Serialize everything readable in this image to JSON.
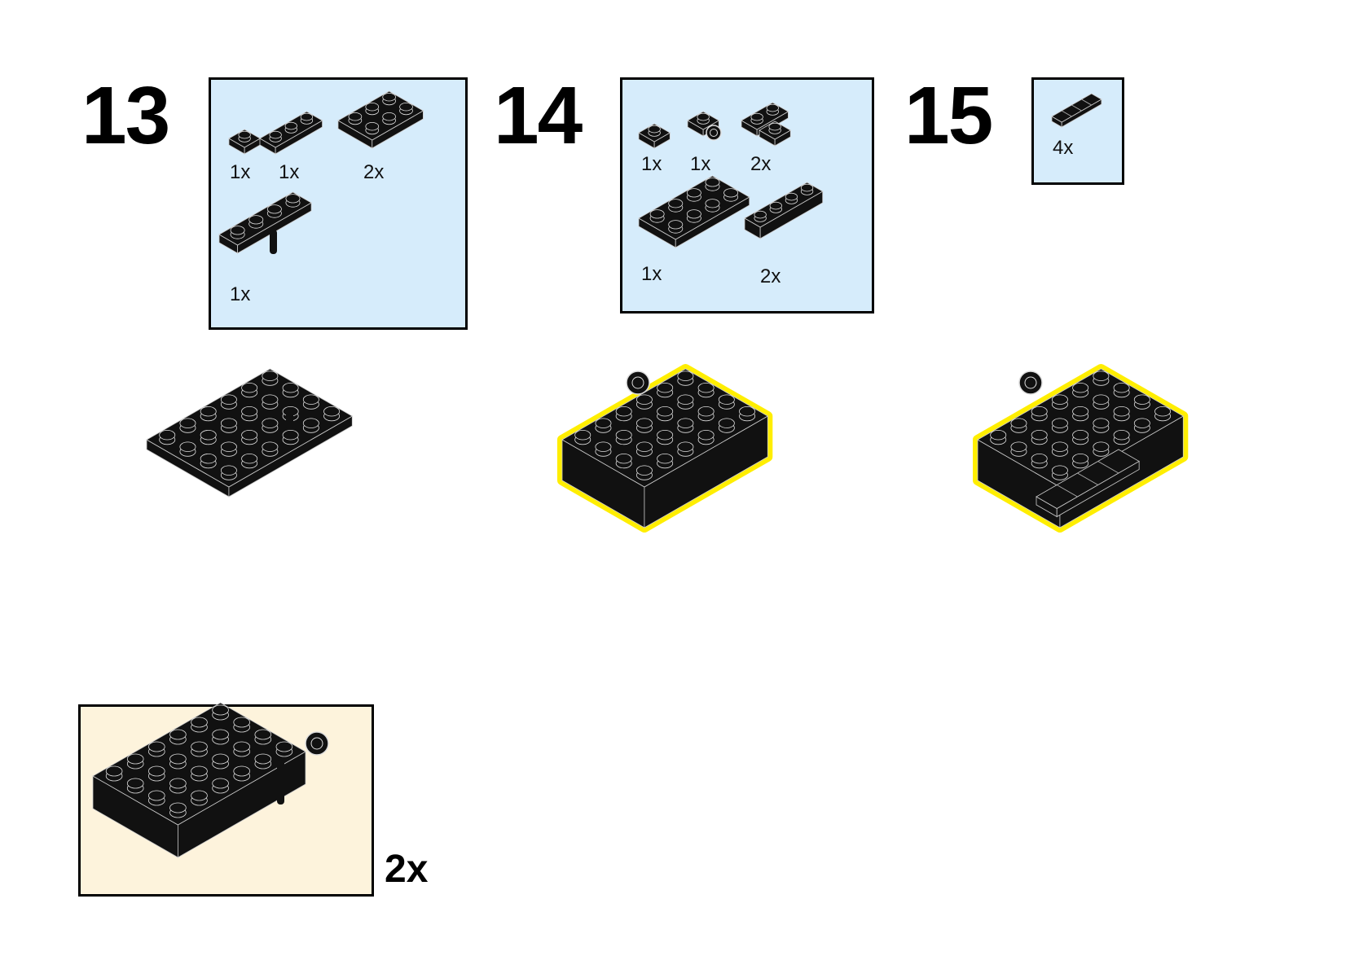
{
  "steps": [
    {
      "number": "13",
      "parts": [
        {
          "name": "plate-1x1",
          "qty": "1x"
        },
        {
          "name": "plate-1x3",
          "qty": "1x"
        },
        {
          "name": "plate-2x3",
          "qty": "2x"
        },
        {
          "name": "plate-1x4-with-bar",
          "qty": "1x"
        }
      ]
    },
    {
      "number": "14",
      "parts": [
        {
          "name": "plate-1x1",
          "qty": "1x"
        },
        {
          "name": "plate-1x1-with-clip",
          "qty": "1x"
        },
        {
          "name": "plate-2x2-corner",
          "qty": "2x"
        },
        {
          "name": "plate-2x4",
          "qty": "1x"
        },
        {
          "name": "bracket-1x4-with-studs",
          "qty": "2x"
        }
      ]
    },
    {
      "number": "15",
      "parts": [
        {
          "name": "tile-grille-1x4",
          "qty": "4x"
        }
      ]
    }
  ],
  "subassembly": {
    "multiplier": "2x"
  },
  "colors": {
    "parts_bg": "#d6ecfb",
    "sub_bg": "#fdf3dc",
    "highlight": "#ffee00",
    "brick": "#111111"
  }
}
